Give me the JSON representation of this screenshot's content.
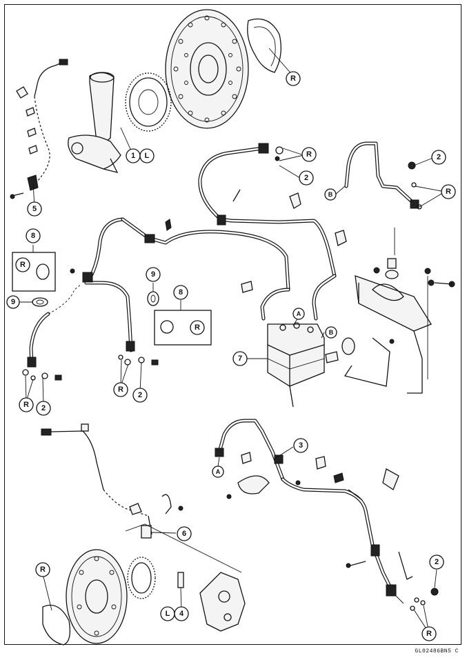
{
  "figure_code": "GL02486BN5 C",
  "callouts": [
    {
      "id": "r-front-disc",
      "label": "R"
    },
    {
      "id": "one-left",
      "label": "1"
    },
    {
      "id": "l-front",
      "label": "L"
    },
    {
      "id": "r-top-banjo",
      "label": "R"
    },
    {
      "id": "two-top-banjo",
      "label": "2"
    },
    {
      "id": "two-top-right",
      "label": "2"
    },
    {
      "id": "r-top-right",
      "label": "R"
    },
    {
      "id": "b-top",
      "label": "B"
    },
    {
      "id": "five",
      "label": "5"
    },
    {
      "id": "eight-left",
      "label": "8"
    },
    {
      "id": "r-box-left",
      "label": "R"
    },
    {
      "id": "nine-left",
      "label": "9"
    },
    {
      "id": "nine-mid",
      "label": "9"
    },
    {
      "id": "eight-mid",
      "label": "8"
    },
    {
      "id": "r-box-mid",
      "label": "R"
    },
    {
      "id": "a-top",
      "label": "A"
    },
    {
      "id": "b-mid",
      "label": "B"
    },
    {
      "id": "seven",
      "label": "7"
    },
    {
      "id": "r-left-banjo",
      "label": "R"
    },
    {
      "id": "two-left-banjo",
      "label": "2"
    },
    {
      "id": "r-mid-banjo",
      "label": "R"
    },
    {
      "id": "two-mid-banjo",
      "label": "2"
    },
    {
      "id": "three",
      "label": "3"
    },
    {
      "id": "a-bottom",
      "label": "A"
    },
    {
      "id": "six",
      "label": "6"
    },
    {
      "id": "r-rear-disc",
      "label": "R"
    },
    {
      "id": "l-rear",
      "label": "L"
    },
    {
      "id": "four",
      "label": "4"
    },
    {
      "id": "two-rear",
      "label": "2"
    },
    {
      "id": "r-rear-banjo",
      "label": "R"
    }
  ]
}
